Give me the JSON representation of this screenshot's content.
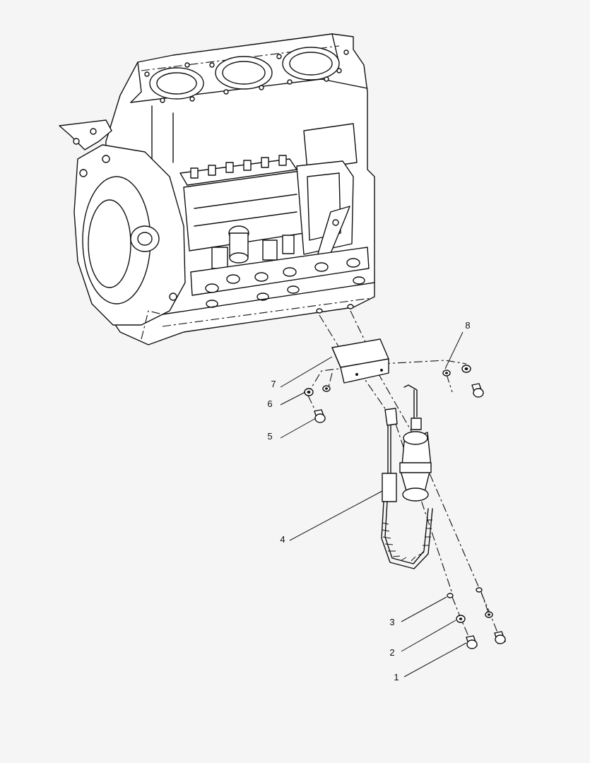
{
  "callouts": [
    "1",
    "2",
    "3",
    "4",
    "5",
    "6",
    "7",
    "8"
  ],
  "colors": {
    "background": "#f5f5f5",
    "ink": "#111111"
  }
}
